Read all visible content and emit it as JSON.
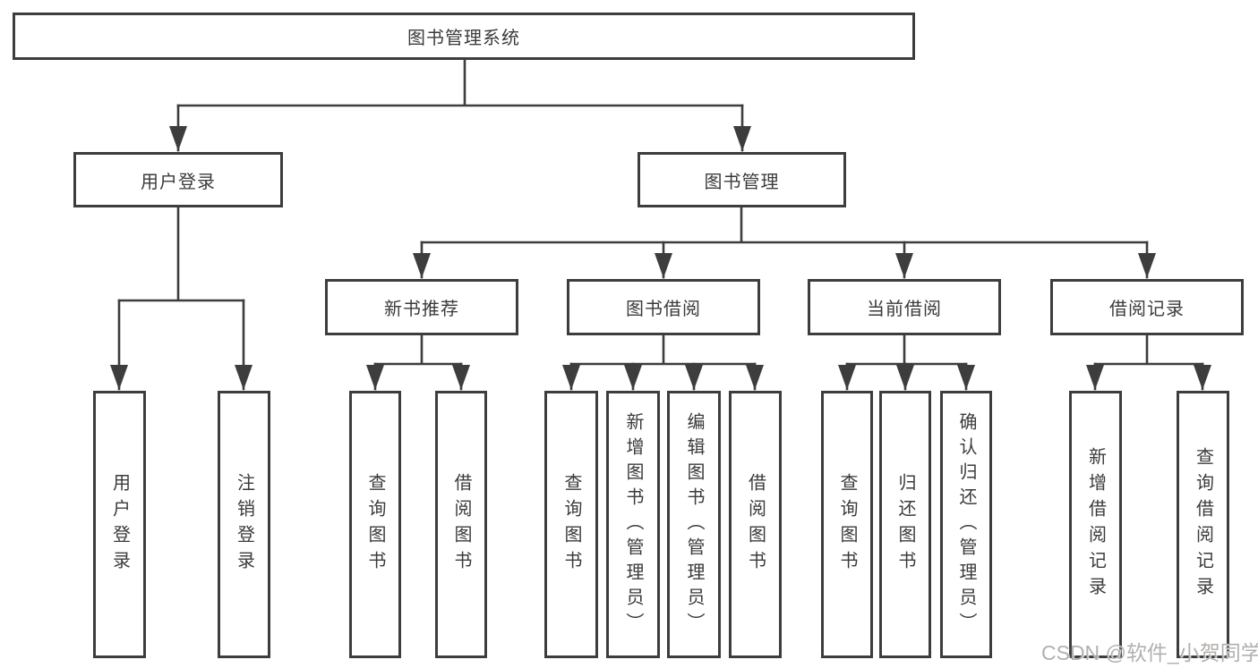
{
  "diagram": {
    "title": "图书管理系统",
    "root": {
      "label": "图书管理系统"
    },
    "level2": [
      {
        "label": "用户登录",
        "parent": "图书管理系统"
      },
      {
        "label": "图书管理",
        "parent": "图书管理系统"
      }
    ],
    "level3": [
      {
        "label": "新书推荐",
        "parent": "图书管理"
      },
      {
        "label": "图书借阅",
        "parent": "图书管理"
      },
      {
        "label": "当前借阅",
        "parent": "图书管理"
      },
      {
        "label": "借阅记录",
        "parent": "图书管理"
      }
    ],
    "leaves": [
      {
        "label": "用户登录",
        "parent": "用户登录"
      },
      {
        "label": "注销登录",
        "parent": "用户登录"
      },
      {
        "label": "查询图书",
        "parent": "新书推荐"
      },
      {
        "label": "借阅图书",
        "parent": "新书推荐"
      },
      {
        "label": "查询图书",
        "parent": "图书借阅"
      },
      {
        "label": "新增图书（管理员）",
        "parent": "图书借阅"
      },
      {
        "label": "编辑图书（管理员）",
        "parent": "图书借阅"
      },
      {
        "label": "借阅图书",
        "parent": "图书借阅"
      },
      {
        "label": "查询图书",
        "parent": "当前借阅"
      },
      {
        "label": "归还图书",
        "parent": "当前借阅"
      },
      {
        "label": "确认归还（管理员）",
        "parent": "当前借阅"
      },
      {
        "label": "新增借阅记录",
        "parent": "借阅记录"
      },
      {
        "label": "查询借阅记录",
        "parent": "借阅记录"
      }
    ]
  },
  "watermark": "CSDN @软件_小贺同学",
  "colors": {
    "line": "#3d3d3d",
    "text": "#3b3b3b",
    "box_background": "#ffffff",
    "canvas_background": "#ffffff",
    "watermark": "#b3b0ae"
  }
}
